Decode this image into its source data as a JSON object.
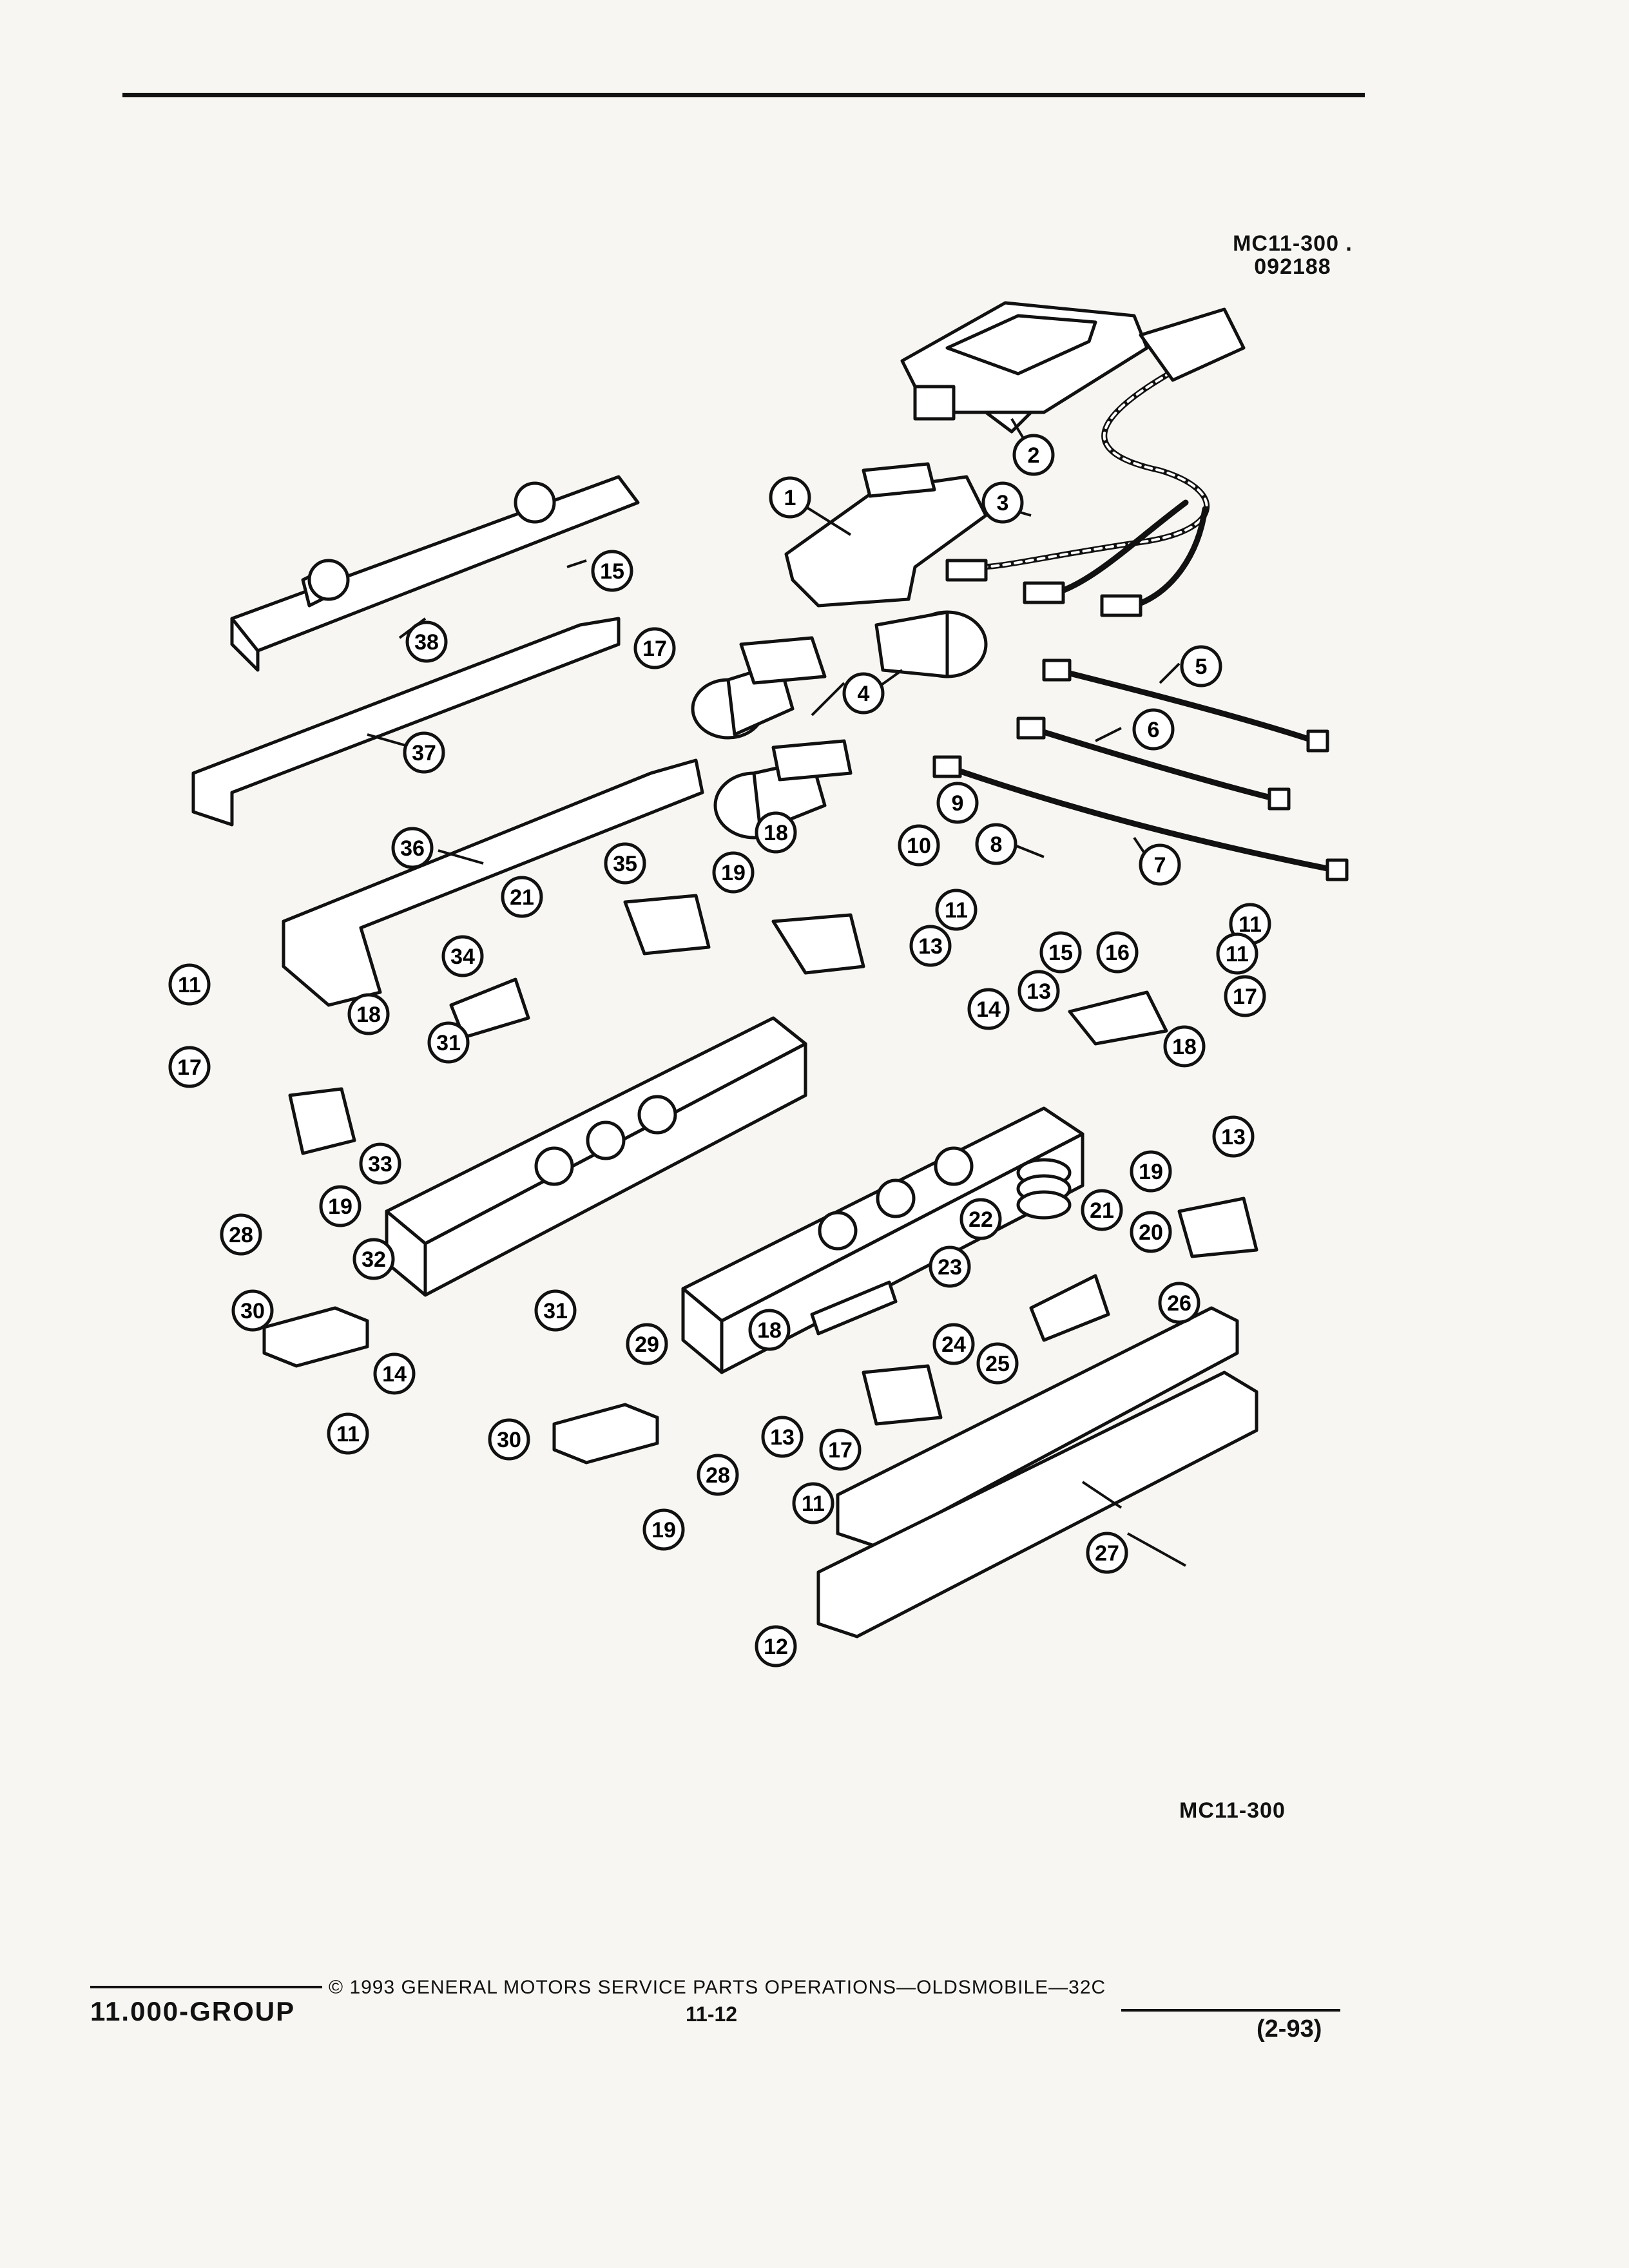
{
  "header": {
    "figure_code": "MC11-300 .",
    "figure_date": "092188"
  },
  "figure_id": "MC11-300",
  "footer": {
    "group": "11.000-GROUP",
    "copyright": "© 1993 GENERAL MOTORS SERVICE PARTS OPERATIONS—OLDSMOBILE—32C",
    "page": "11-12",
    "revision": "(2-93)"
  },
  "callouts": [
    {
      "n": "1"
    },
    {
      "n": "2"
    },
    {
      "n": "3"
    },
    {
      "n": "4"
    },
    {
      "n": "5"
    },
    {
      "n": "6"
    },
    {
      "n": "7"
    },
    {
      "n": "8"
    },
    {
      "n": "9"
    },
    {
      "n": "10"
    },
    {
      "n": "11"
    },
    {
      "n": "11"
    },
    {
      "n": "11"
    },
    {
      "n": "11"
    },
    {
      "n": "11"
    },
    {
      "n": "11"
    },
    {
      "n": "12"
    },
    {
      "n": "13"
    },
    {
      "n": "13"
    },
    {
      "n": "13"
    },
    {
      "n": "13"
    },
    {
      "n": "14"
    },
    {
      "n": "14"
    },
    {
      "n": "15"
    },
    {
      "n": "15"
    },
    {
      "n": "16"
    },
    {
      "n": "17"
    },
    {
      "n": "17"
    },
    {
      "n": "17"
    },
    {
      "n": "17"
    },
    {
      "n": "18"
    },
    {
      "n": "18"
    },
    {
      "n": "18"
    },
    {
      "n": "18"
    },
    {
      "n": "19"
    },
    {
      "n": "19"
    },
    {
      "n": "19"
    },
    {
      "n": "19"
    },
    {
      "n": "20"
    },
    {
      "n": "21"
    },
    {
      "n": "21"
    },
    {
      "n": "22"
    },
    {
      "n": "23"
    },
    {
      "n": "24"
    },
    {
      "n": "25"
    },
    {
      "n": "26"
    },
    {
      "n": "27"
    },
    {
      "n": "28"
    },
    {
      "n": "28"
    },
    {
      "n": "29"
    },
    {
      "n": "30"
    },
    {
      "n": "30"
    },
    {
      "n": "31"
    },
    {
      "n": "31"
    },
    {
      "n": "32"
    },
    {
      "n": "33"
    },
    {
      "n": "34"
    },
    {
      "n": "35"
    },
    {
      "n": "36"
    },
    {
      "n": "37"
    },
    {
      "n": "38"
    }
  ]
}
